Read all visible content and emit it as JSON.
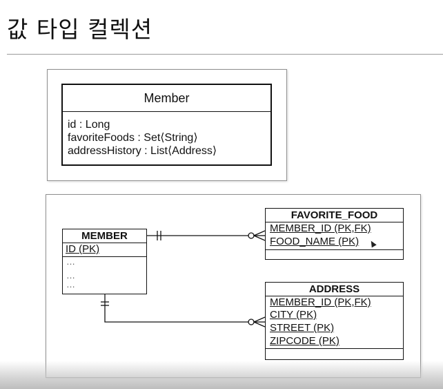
{
  "page": {
    "title": "값 타입 컬렉션"
  },
  "class_diagram": {
    "name": "Member",
    "attributes": [
      "id : Long",
      "favoriteFoods : Set⟨String⟩",
      "addressHistory : List⟨Address⟩"
    ]
  },
  "erd": {
    "member": {
      "name": "MEMBER",
      "pk": "ID (PK)",
      "rows": [
        "…",
        "…",
        "…"
      ]
    },
    "favorite_food": {
      "name": "FAVORITE_FOOD",
      "columns": [
        "MEMBER_ID (PK,FK)",
        "FOOD_NAME (PK)"
      ]
    },
    "address": {
      "name": "ADDRESS",
      "columns": [
        "MEMBER_ID (PK,FK)",
        "CITY (PK)",
        "STREET (PK)",
        "ZIPCODE (PK)"
      ]
    },
    "relations": [
      {
        "from": "MEMBER",
        "to": "FAVORITE_FOOD",
        "from_cardinality": "exactly-one",
        "to_cardinality": "zero-or-many"
      },
      {
        "from": "MEMBER",
        "to": "ADDRESS",
        "from_cardinality": "exactly-one",
        "to_cardinality": "zero-or-many"
      }
    ]
  }
}
